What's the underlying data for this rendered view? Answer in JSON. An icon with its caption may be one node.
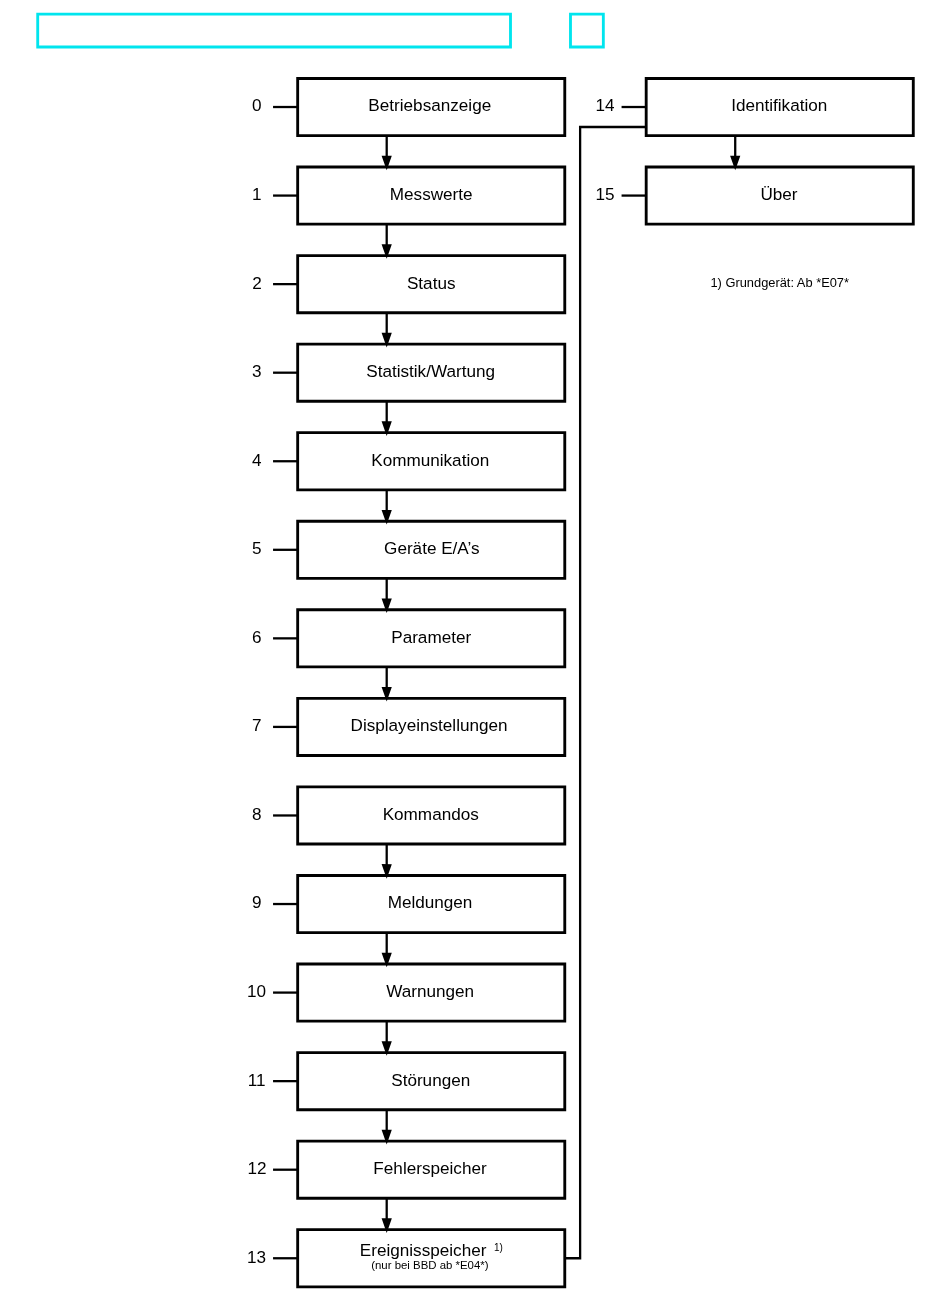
{
  "diagram": {
    "nodes": [
      {
        "text": [],
        "shape": "box"
      },
      {
        "text": [],
        "shape": "box"
      },
      {
        "text": [
          "0"
        ]
      },
      {
        "text": [
          "Betriebsanzeige"
        ]
      },
      {
        "text": [
          "1"
        ]
      },
      {
        "text": [
          "Messwerte"
        ]
      },
      {
        "text": [
          "2"
        ]
      },
      {
        "text": [
          "Status"
        ]
      },
      {
        "text": [
          "3"
        ]
      },
      {
        "text": [
          "Statistik/Wartung"
        ]
      },
      {
        "text": [
          "4"
        ]
      },
      {
        "text": [
          "Kommunikation"
        ]
      },
      {
        "text": [
          "5"
        ]
      },
      {
        "text": [
          "Geräte E/A’s"
        ]
      },
      {
        "text": [
          "6"
        ]
      },
      {
        "text": [
          "Parameter"
        ]
      },
      {
        "text": [
          "7"
        ]
      },
      {
        "text": [
          "Displayeinstellungen"
        ]
      },
      {
        "text": [
          "8"
        ]
      },
      {
        "text": [
          "Kommandos"
        ]
      },
      {
        "text": [
          "9"
        ]
      },
      {
        "text": [
          "Meldungen"
        ]
      },
      {
        "text": [
          "10"
        ]
      },
      {
        "text": [
          "Warnungen"
        ]
      },
      {
        "text": [
          "11"
        ]
      },
      {
        "text": [
          "Störungen"
        ]
      },
      {
        "text": [
          "12"
        ]
      },
      {
        "text": [
          "Fehlerspeicher"
        ]
      },
      {
        "text": [
          "13"
        ]
      },
      {
        "text": [
          "Ereignisspeicher $^{1)}$",
          "(nur bei BBD ab *E04*)"
        ]
      },
      {
        "text": [
          "14"
        ]
      },
      {
        "text": [
          "Identifikation"
        ]
      },
      {
        "text": [
          "15"
        ]
      },
      {
        "text": [
          "Über"
        ]
      }
    ],
    "edges": [
      {
        "from": 2,
        "to": 3,
        "arrow": "none"
      },
      {
        "from": 3,
        "to": 5,
        "arrow": "to"
      },
      {
        "from": 4,
        "to": 5,
        "arrow": "none"
      },
      {
        "from": 5,
        "to": 7,
        "arrow": "to"
      },
      {
        "from": 6,
        "to": 7,
        "arrow": "none"
      },
      {
        "from": 7,
        "to": 9,
        "arrow": "to"
      },
      {
        "from": 8,
        "to": 9,
        "arrow": "none"
      },
      {
        "from": 9,
        "to": 11,
        "arrow": "to"
      },
      {
        "from": 10,
        "to": 11,
        "arrow": "none"
      },
      {
        "from": 11,
        "to": 13,
        "arrow": "to"
      },
      {
        "from": 12,
        "to": 13,
        "arrow": "none"
      },
      {
        "from": 13,
        "to": 15,
        "arrow": "to"
      },
      {
        "from": 14,
        "to": 15,
        "arrow": "none"
      },
      {
        "from": 15,
        "to": 17,
        "arrow": "to"
      },
      {
        "from": 16,
        "to": 17,
        "arrow": "none"
      },
      {
        "from": 18,
        "to": 19,
        "arrow": "none"
      },
      {
        "from": 19,
        "to": 21,
        "arrow": "to"
      },
      {
        "from": 20,
        "to": 21,
        "arrow": "none"
      },
      {
        "from": 21,
        "to": 23,
        "arrow": "to"
      },
      {
        "from": 22,
        "to": 23,
        "arrow": "none"
      },
      {
        "from": 23,
        "to": 25,
        "arrow": "to"
      },
      {
        "from": 24,
        "to": 25,
        "arrow": "none"
      },
      {
        "from": 25,
        "to": 27,
        "arrow": "to"
      },
      {
        "from": 26,
        "to": 27,
        "arrow": "none"
      },
      {
        "from": 27,
        "to": 29,
        "arrow": "to"
      },
      {
        "from": 28,
        "to": 29,
        "arrow": "none"
      },
      {
        "from": 29,
        "to": 31,
        "arrow": "none"
      },
      {
        "from": 30,
        "to": 31,
        "arrow": "none"
      },
      {
        "from": 31,
        "to": 33,
        "arrow": "to"
      },
      {
        "from": 32,
        "to": 33,
        "arrow": "none"
      }
    ],
    "labels": [
      "1) Grundgerät: Ab *E07*"
    ]
  }
}
